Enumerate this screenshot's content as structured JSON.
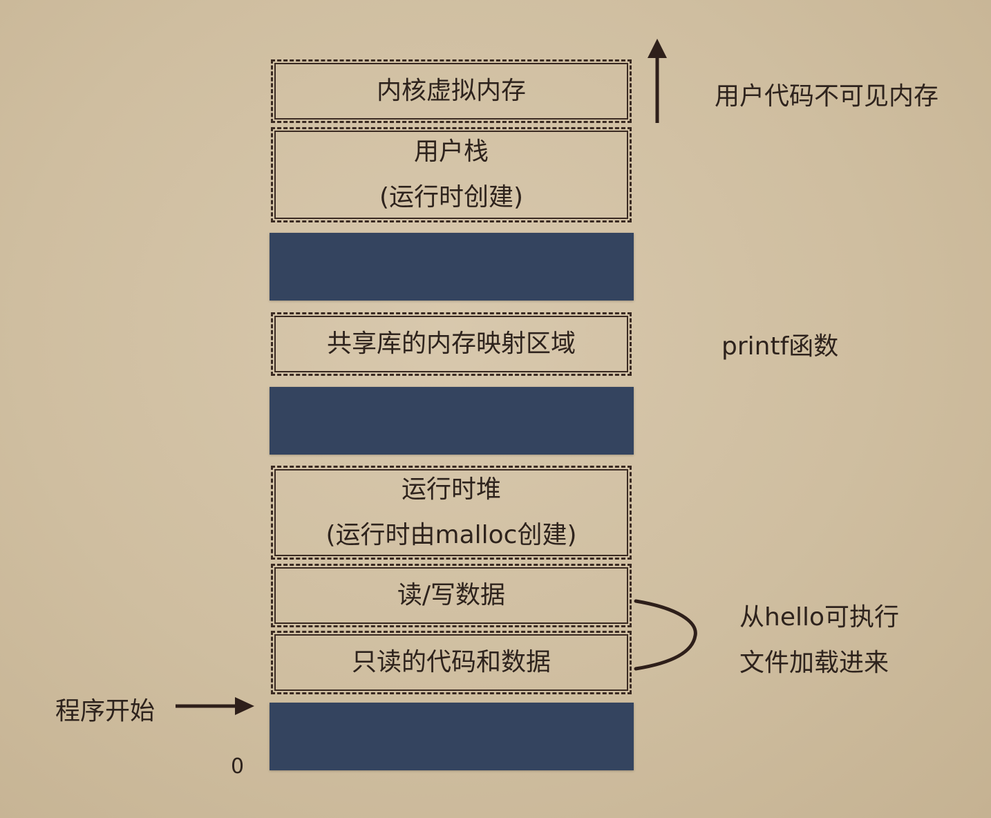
{
  "segments": {
    "kernel": {
      "text": "内核虚拟内存"
    },
    "user_stack": {
      "line1": "用户栈",
      "line2": "(运行时创建)"
    },
    "shared_lib": {
      "text": "共享库的内存映射区域"
    },
    "heap": {
      "line1": "运行时堆",
      "line2": "(运行时由malloc创建)"
    },
    "rw_data": {
      "text": "读/写数据"
    },
    "ro_code": {
      "text": "只读的代码和数据"
    }
  },
  "annotations": {
    "invisible_memory": "用户代码不可见内存",
    "printf": "printf函数",
    "loaded_from": {
      "line1": "从hello可执行",
      "line2": "文件加载进来"
    },
    "program_start": "程序开始",
    "zero": "0"
  },
  "colors": {
    "unused_block": "#34445f",
    "ink": "#2e231d",
    "paper": "#d3c3a7"
  }
}
